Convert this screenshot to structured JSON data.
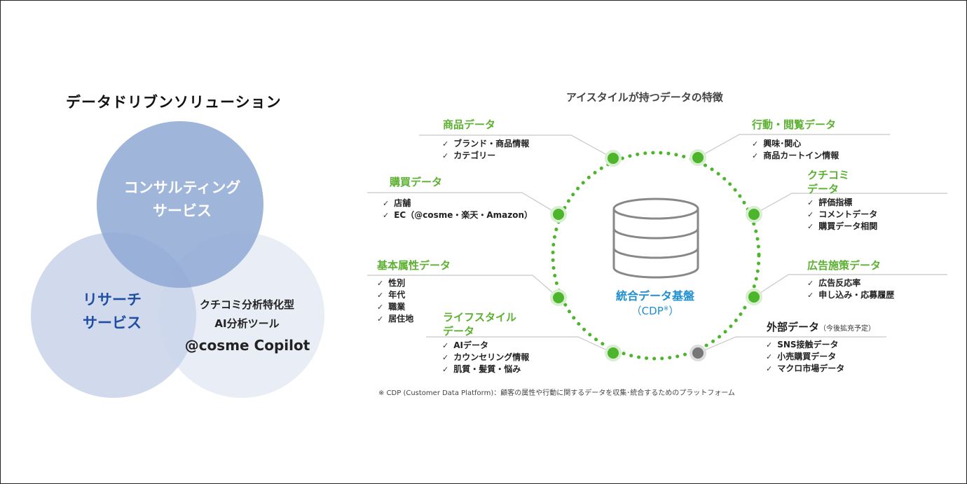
{
  "solutions": {
    "title": "データドリブンソリューション",
    "consulting": {
      "line1": "コンサルティング",
      "line2": "サービス"
    },
    "research": {
      "line1": "リサーチ",
      "line2": "サービス"
    },
    "copilot": {
      "line1": "クチコミ分析特化型",
      "line2": "AI分析ツール",
      "line3": "@cosme Copilot"
    }
  },
  "features": {
    "title": "アイスタイルが持つデータの特徴",
    "center": {
      "line1": "統合データ基盤",
      "line2_open": "（CDP",
      "line2_mark": "※",
      "line2_close": "）"
    },
    "categories": {
      "product": {
        "title": "商品データ",
        "items": [
          "ブランド・商品情報",
          "カテゴリー"
        ]
      },
      "purchase": {
        "title": "購買データ",
        "items": [
          "店舗",
          "EC（@cosme・楽天・Amazon）"
        ]
      },
      "attribute": {
        "title": "基本属性データ",
        "items": [
          "性別",
          "年代",
          "職業",
          "居住地"
        ]
      },
      "lifestyle": {
        "title_line1": "ライフスタイル",
        "title_line2": "データ",
        "items": [
          "AIデータ",
          "カウンセリング情報",
          "肌質・髪質・悩み"
        ]
      },
      "behavior": {
        "title": "行動・閲覧データ",
        "items": [
          "興味･関心",
          "商品カートイン情報"
        ]
      },
      "review": {
        "title_line1": "クチコミ",
        "title_line2": "データ",
        "items": [
          "評価指標",
          "コメントデータ",
          "購買データ相関"
        ]
      },
      "ads": {
        "title": "広告施策データ",
        "items": [
          "広告反応率",
          "申し込み・応募履歴"
        ]
      },
      "external": {
        "title": "外部データ",
        "note": "（今後拡充予定）",
        "items": [
          "SNS接触データ",
          "小売購買データ",
          "マクロ市場データ"
        ]
      }
    },
    "footnote": "※ CDP (Customer Data Platform)：顧客の属性や行動に関するデータを収集･統合するためのプラットフォーム"
  },
  "colors": {
    "accent_green": "#5bb030",
    "dot_green": "#4cb52c",
    "dot_gray": "#777777",
    "center_blue": "#1f8fd0",
    "research_blue": "#1f4ea3",
    "circle_consulting": "#8fa8d4",
    "circle_research": "#c9d4ea",
    "circle_copilot": "#e6ebf5"
  },
  "icons": {
    "center": "database-icon",
    "bullet": "check-icon"
  }
}
